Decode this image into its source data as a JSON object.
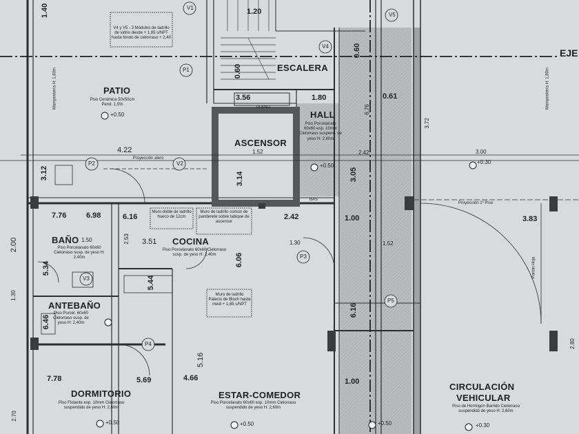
{
  "axis_label": "EJE",
  "rooms": {
    "patio": {
      "name": "PATIO",
      "note": "Piso Cerámica 50x50cm Pend. 1,5%",
      "level": "+0.50"
    },
    "escalera": {
      "name": "ESCALERA"
    },
    "hall": {
      "name": "HALL",
      "note": "Piso Porcelanato 60x60 esp. 10mm Cielorraso suspend. de yeso H: 2,60m",
      "level": "+0.50"
    },
    "ascensor": {
      "name": "ASCENSOR",
      "dim": "1.52"
    },
    "bano": {
      "name": "BAÑO",
      "dim": "1.50",
      "note": "Piso Porcelanato 60x60 Cielorraso susp. de yeso H: 2,40m"
    },
    "cocina": {
      "name": "COCINA",
      "note": "Piso Porcelanato 60x60 Cielorraso susp. de yeso H: 2,40m"
    },
    "antebano": {
      "name": "ANTEBAÑO",
      "note": "Piso Porcel. 60x60 Cielorraso susp. de yeso H: 2,40m"
    },
    "dormitorio": {
      "name": "DORMITORIO",
      "note": "Piso Flotante esp. 10mm Cielorraso suspendido de yeso H: 2,60m",
      "level": "+0.50"
    },
    "estar": {
      "name": "ESTAR-COMEDOR",
      "note": "Piso Porcelanato 60x60 esp. 10mm Cielorraso suspendido de yeso H: 2,60m",
      "level": "+0.50"
    },
    "circulacion": {
      "name_1": "CIRCULACIÓN",
      "name_2": "VEHICULAR",
      "note": "Piso de Hormigón Barrido Cielorraso suspendido de yeso H: 2,60m",
      "level": "+0.30"
    }
  },
  "notes": {
    "vidrio": "V4 y V5 - 3 Módulos de ladrillo de vidrio desde + 1,85 s/NPT hasta fondo de cielorraso + 2,40",
    "muro_doble": "Muro doble de ladrillo hueco de 12cm",
    "muro_camara": "Muro de ladrillo común de panderete sobre tabique de ascensor",
    "muro_bloch": "Muro de ladrillo Palacio de Bloch hasta medi + 1,85 s/NPT",
    "proyeccion_alero": "Proyección alero",
    "proyeccion_piso": "Proyección 1º Piso",
    "pleno": "PLENO",
    "bas": "BAS",
    "mamposteria": "Mampostería H: 1,80m",
    "portonera": "Portón Hoja"
  },
  "dimensions": {
    "d_1_40": "1.40",
    "d_1_20": "1.20",
    "d_0_60a": "0.60",
    "d_0_60b": "0.60",
    "d_3_56": "3.56",
    "d_1_80": "1.80",
    "d_0_61": "0.61",
    "d_4_22": "4.22",
    "d_3_12": "3.12",
    "d_3_14": "3.14",
    "d_3_05": "3.05",
    "d_7_76": "7.76",
    "d_6_98": "6.98",
    "d_6_16a": "6.16",
    "d_2_42": "2.42",
    "d_1_00a": "1.00",
    "d_3_83": "3.83",
    "d_2_00": "2.00",
    "d_3_51": "3.51",
    "d_5_34": "5.34",
    "d_5_44": "5.44",
    "d_6_06": "6.06",
    "d_6_16b": "6.16",
    "d_6_46": "6.46",
    "d_7_78": "7.78",
    "d_5_69": "5.69",
    "d_4_66": "4.66",
    "d_5_16": "5.16",
    "d_1_00b": "1.00",
    "d_3_00": "3.00",
    "d_1_52": "1.52",
    "d_1_30": "1.30",
    "d_2_42b": "2.42",
    "d_2_53": "2.53",
    "d_6_76": "6.76",
    "d_3_72": "3.72",
    "d_2_70": "2.70",
    "d_2_80": "2.80",
    "d_1_30b": "1.30"
  },
  "window_tags": {
    "v1": "V1",
    "v4": "V4",
    "v5": "V5",
    "v2": "V2",
    "p1": "P1",
    "p2": "P2",
    "p3": "P3",
    "v3": "V3",
    "p4": "P4",
    "p5": "P5"
  }
}
